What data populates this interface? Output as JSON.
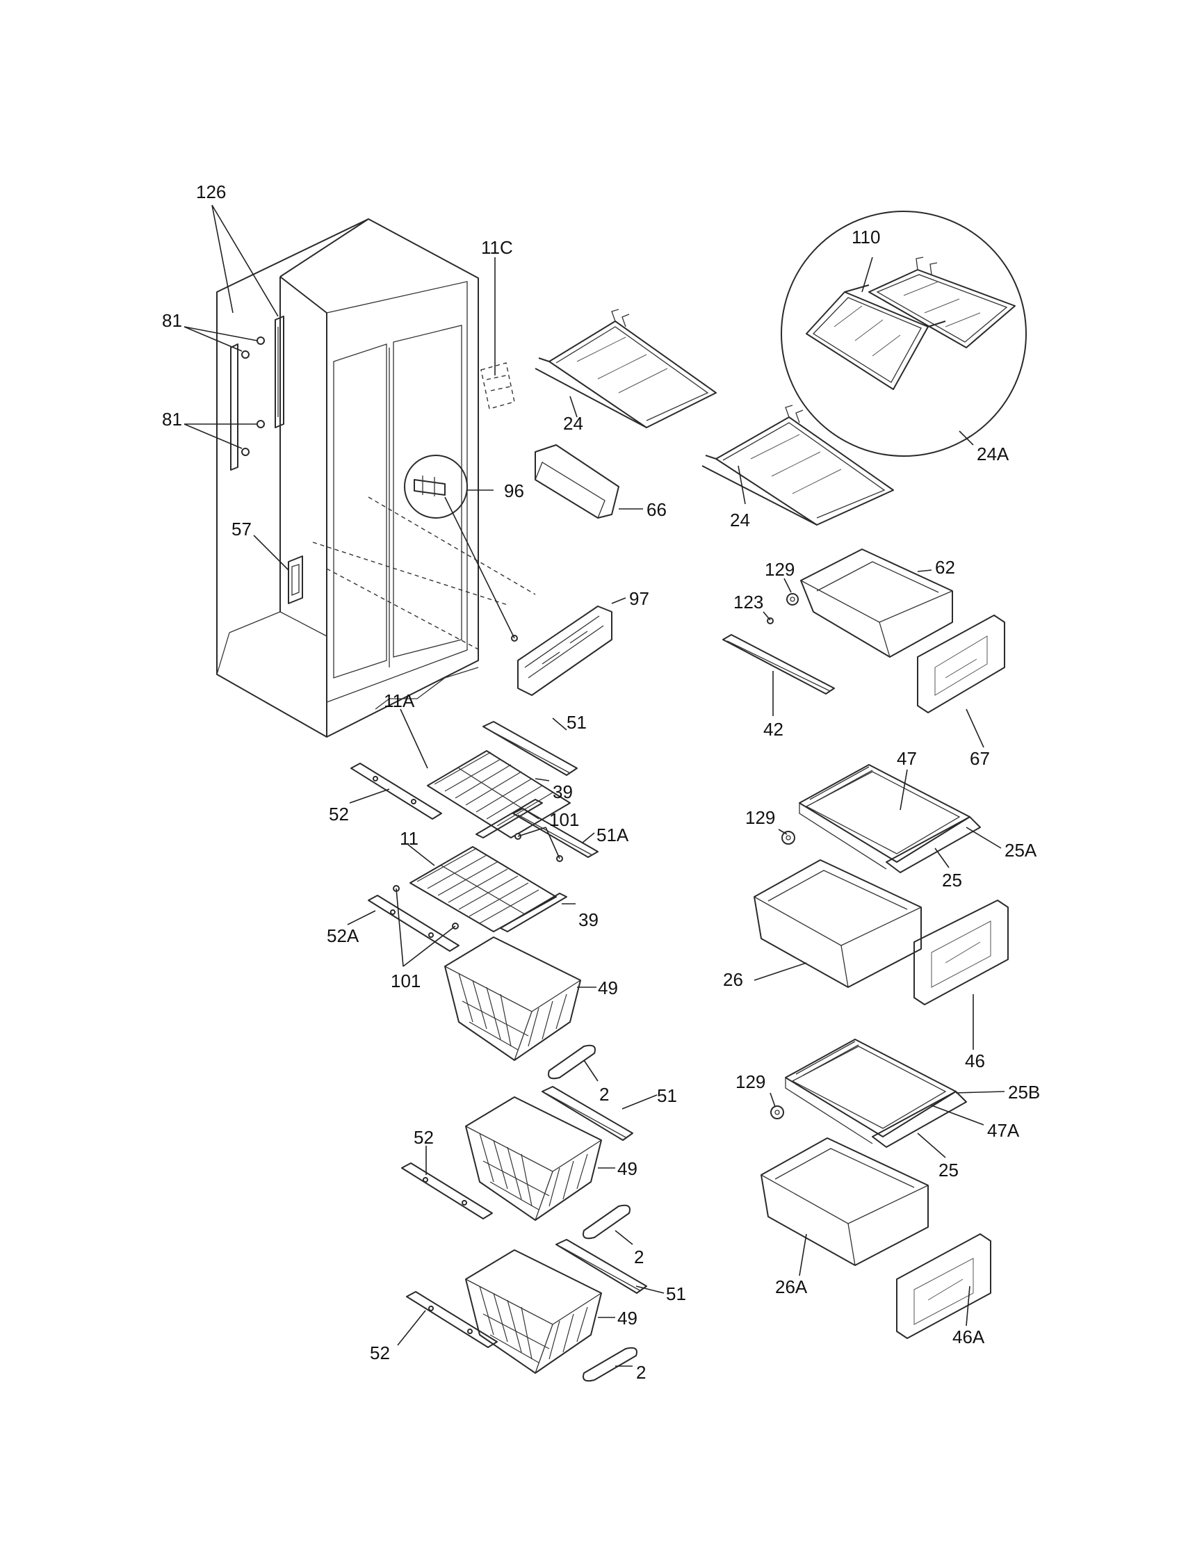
{
  "callouts": {
    "p126": "126",
    "p81a": "81",
    "p81b": "81",
    "p57": "57",
    "p11c": "11C",
    "p24a": "24",
    "p24b": "24",
    "p24A": "24A",
    "p110": "110",
    "p96": "96",
    "p66": "66",
    "p97": "97",
    "p129a": "129",
    "p62": "62",
    "p123": "123",
    "p42": "42",
    "p67": "67",
    "p11A": "11A",
    "p51a": "51",
    "p39a": "39",
    "p52a": "52",
    "p101a": "101",
    "p51A": "51A",
    "p11": "11",
    "p39b": "39",
    "p52A": "52A",
    "p101b": "101",
    "p49a": "49",
    "p2a": "2",
    "p51b": "51",
    "p52b": "52",
    "p49b": "49",
    "p2b": "2",
    "p51c": "51",
    "p49c": "49",
    "p52c": "52",
    "p2c": "2",
    "p47": "47",
    "p129b": "129",
    "p25A": "25A",
    "p25a": "25",
    "p26": "26",
    "p46": "46",
    "p129c": "129",
    "p25B": "25B",
    "p47A": "47A",
    "p25b": "25",
    "p26A": "26A",
    "p46A": "46A"
  }
}
